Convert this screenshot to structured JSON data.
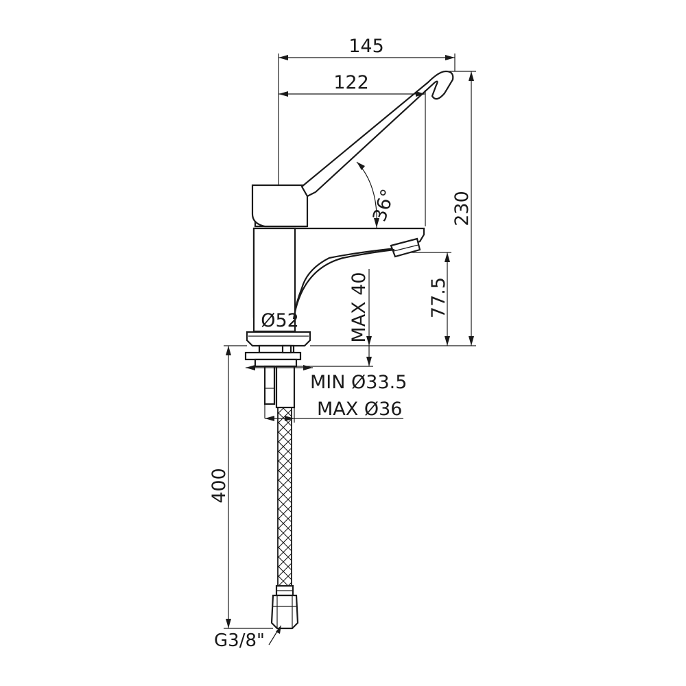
{
  "dimensions": {
    "width_total": "145",
    "width_spout": "122",
    "lever_angle": "36°",
    "height_total": "230",
    "height_spout": "77.5",
    "deck_thickness": "MAX 40",
    "base_diameter": "Ø52",
    "hole_min": "MIN Ø33.5",
    "hole_max": "MAX Ø36",
    "hose_length": "400",
    "hose_thread": "G3/8\""
  }
}
